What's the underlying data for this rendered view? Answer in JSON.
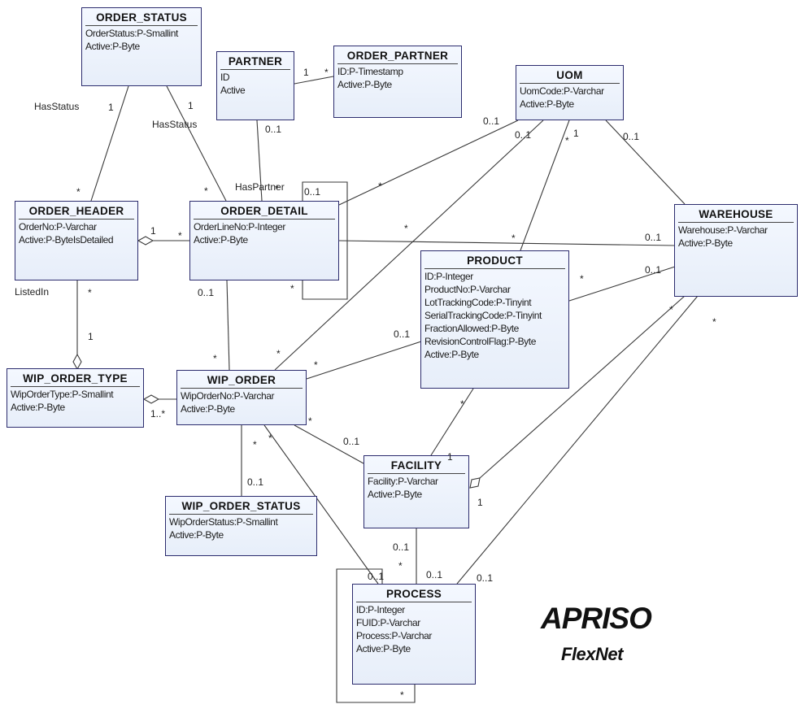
{
  "classes": {
    "order_status": {
      "name": "ORDER_STATUS",
      "attrs": [
        "OrderStatus:P-Smallint",
        "Active:P-Byte"
      ]
    },
    "partner": {
      "name": "PARTNER",
      "attrs": [
        "ID",
        "Active"
      ]
    },
    "order_partner": {
      "name": "ORDER_PARTNER",
      "attrs": [
        "ID:P-Timestamp",
        "Active:P-Byte"
      ]
    },
    "uom": {
      "name": "UOM",
      "attrs": [
        "UomCode:P-Varchar",
        "Active:P-Byte"
      ]
    },
    "order_header": {
      "name": "ORDER_HEADER",
      "attrs": [
        "OrderNo:P-Varchar",
        "Active:P-ByteIsDetailed"
      ]
    },
    "order_detail": {
      "name": "ORDER_DETAIL",
      "attrs": [
        "OrderLineNo:P-Integer",
        "Active:P-Byte"
      ]
    },
    "warehouse": {
      "name": "WAREHOUSE",
      "attrs": [
        "Warehouse:P-Varchar",
        "Active:P-Byte"
      ]
    },
    "product": {
      "name": "PRODUCT",
      "attrs": [
        "ID:P-Integer",
        "ProductNo:P-Varchar",
        "LotTrackingCode:P-Tinyint",
        "SerialTrackingCode:P-Tinyint",
        "FractionAllowed:P-Byte",
        "RevisionControlFlag:P-Byte",
        "Active:P-Byte"
      ]
    },
    "wip_order_type": {
      "name": "WIP_ORDER_TYPE",
      "attrs": [
        "WipOrderType:P-Smallint",
        "Active:P-Byte"
      ]
    },
    "wip_order": {
      "name": "WIP_ORDER",
      "attrs": [
        "WipOrderNo:P-Varchar",
        "Active:P-Byte"
      ]
    },
    "facility": {
      "name": "FACILITY",
      "attrs": [
        "Facility:P-Varchar",
        "Active:P-Byte"
      ]
    },
    "wip_order_status": {
      "name": "WIP_ORDER_STATUS",
      "attrs": [
        "WipOrderStatus:P-Smallint",
        "Active:P-Byte"
      ]
    },
    "process": {
      "name": "PROCESS",
      "attrs": [
        "ID:P-Integer",
        "FUID:P-Varchar",
        "Process:P-Varchar",
        "Active:P-Byte"
      ]
    }
  },
  "labels": {
    "has_status_1": "HasStatus",
    "has_status_2": "HasStatus",
    "has_partner": "HasPartner",
    "listed_in": "ListedIn",
    "m_one": "1",
    "m_many": "*",
    "m_zero_one": "0..1",
    "m_one_many": "1..*"
  },
  "logo": {
    "brand": "APRISO",
    "product": "FlexNet"
  }
}
